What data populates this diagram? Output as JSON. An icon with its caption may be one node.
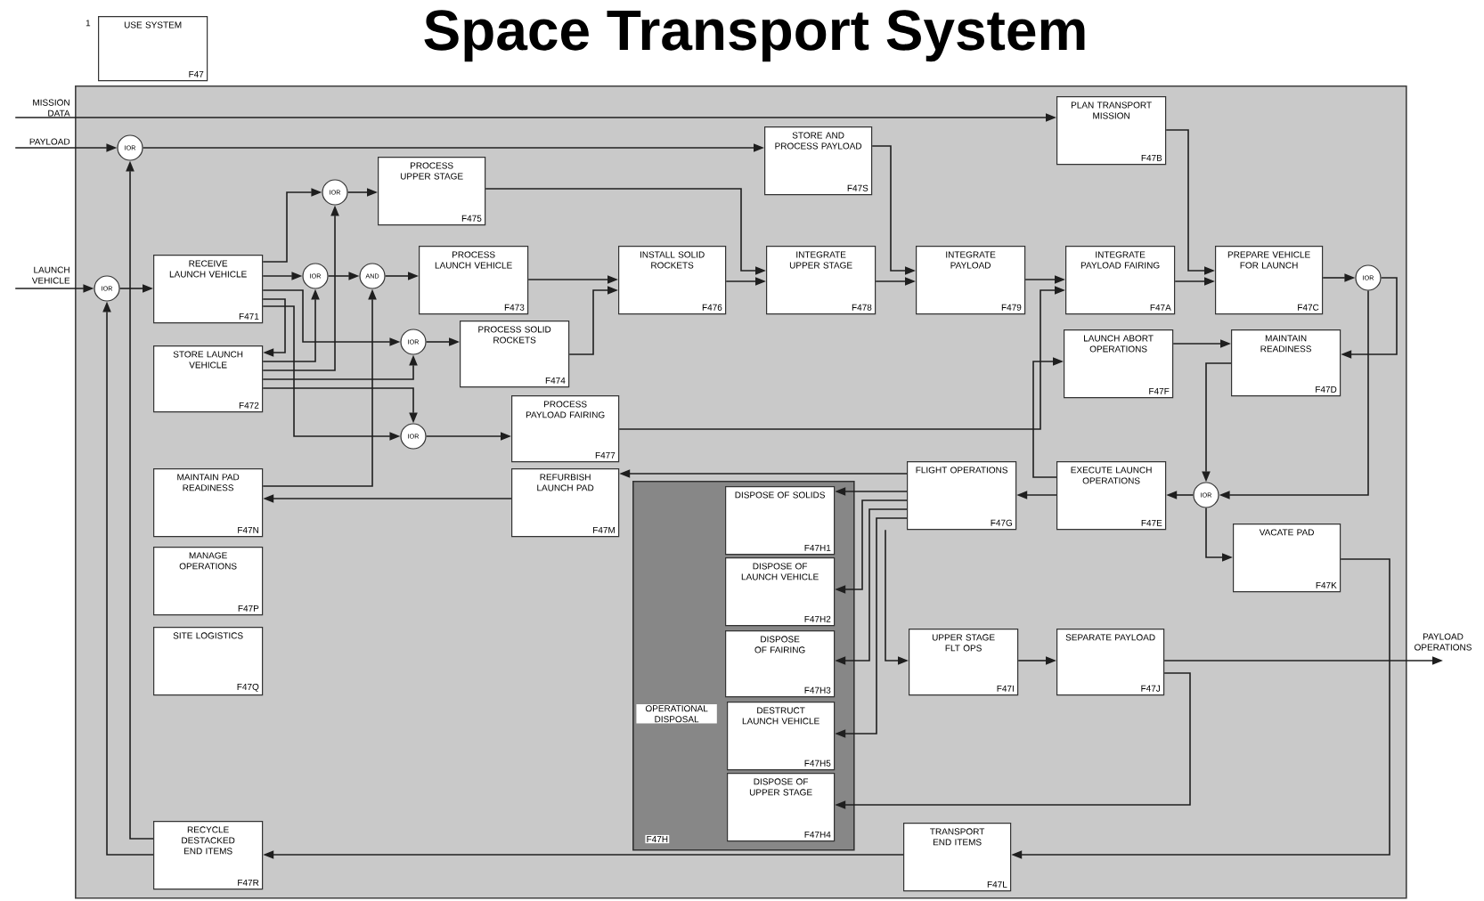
{
  "diagram": {
    "title": "Space Transport System",
    "nodes": [
      {
        "text": [
          "USE SYSTEM",
          "F47"
        ],
        "beside": [
          "1"
        ]
      },
      {
        "text": [
          "MISSION DATA"
        ]
      },
      {
        "text": [
          "PAYLOAD"
        ]
      },
      {
        "text": [
          "LAUNCH VEHICLE"
        ]
      },
      {
        "text": [
          "PAYLOAD OPERATIONS"
        ]
      },
      {
        "text": [],
        "shape": "box"
      },
      {
        "text": [
          "IOR"
        ],
        "in": 5
      },
      {
        "text": [
          "STORE AND PROCESS PAYLOAD",
          "F47S"
        ],
        "in": 5
      },
      {
        "text": [
          "PLAN TRANSPORT MISSION",
          "F47B"
        ],
        "in": 5
      },
      {
        "text": [
          "IOR"
        ],
        "in": 5
      },
      {
        "text": [
          "PROCESS UPPER STAGE",
          "F475"
        ],
        "in": 5
      },
      {
        "text": [
          "IOR"
        ],
        "in": 5
      },
      {
        "text": [
          "RECEIVE LAUNCH VEHICLE",
          "F471"
        ],
        "in": 5
      },
      {
        "text": [
          "IOR"
        ],
        "in": 5
      },
      {
        "text": [
          "AND"
        ],
        "in": 5
      },
      {
        "text": [
          "PROCESS LAUNCH VEHICLE",
          "F473"
        ],
        "in": 5
      },
      {
        "text": [
          "INSTALL SOLID ROCKETS",
          "F476"
        ],
        "in": 5
      },
      {
        "text": [
          "INTEGRATE UPPER STAGE",
          "F478"
        ],
        "in": 5
      },
      {
        "text": [
          "INTEGRATE PAYLOAD",
          "F479"
        ],
        "in": 5
      },
      {
        "text": [
          "INTEGRATE PAYLOAD FAIRING",
          "F47A"
        ],
        "in": 5
      },
      {
        "text": [
          "PREPARE VEHICLE FOR LAUNCH",
          "F47C"
        ],
        "in": 5
      },
      {
        "text": [
          "IOR"
        ],
        "in": 5
      },
      {
        "text": [
          "STORE LAUNCH VEHICLE",
          "F472"
        ],
        "in": 5
      },
      {
        "text": [
          "IOR"
        ],
        "in": 5
      },
      {
        "text": [
          "PROCESS SOLID ROCKETS",
          "F474"
        ],
        "in": 5
      },
      {
        "text": [
          "LAUNCH ABORT OPERATIONS",
          "F47F"
        ],
        "in": 5
      },
      {
        "text": [
          "MAINTAIN READINESS",
          "F47D"
        ],
        "in": 5
      },
      {
        "text": [
          "IOR"
        ],
        "in": 5
      },
      {
        "text": [
          "PROCESS PAYLOAD FAIRING",
          "F477"
        ],
        "in": 5
      },
      {
        "text": [
          "MAINTAIN PAD READINESS",
          "F47N"
        ],
        "in": 5
      },
      {
        "text": [
          "REFURBISH LAUNCH PAD",
          "F47M"
        ],
        "in": 5
      },
      {
        "text": [
          "OPERATIONAL DISPOSAL",
          "F47H"
        ],
        "in": 5
      },
      {
        "text": [
          "DISPOSE OF SOLIDS",
          "F47H1"
        ],
        "in": 31
      },
      {
        "text": [
          "DISPOSE OF LAUNCH VEHICLE",
          "F47H2"
        ],
        "in": 31
      },
      {
        "text": [
          "DISPOSE OF FAIRING",
          "F47H3"
        ],
        "in": 31
      },
      {
        "text": [
          "DESTRUCT LAUNCH VEHICLE",
          "F47H5"
        ],
        "in": 31
      },
      {
        "text": [
          "DISPOSE OF UPPER STAGE",
          "F47H4"
        ],
        "in": 31
      },
      {
        "text": [
          "FLIGHT OPERATIONS",
          "F47G"
        ],
        "in": 5
      },
      {
        "text": [
          "EXECUTE LAUNCH OPERATIONS",
          "F47E"
        ],
        "in": 5
      },
      {
        "text": [
          "IOR"
        ],
        "in": 5
      },
      {
        "text": [
          "VACATE PAD",
          "F47K"
        ],
        "in": 5
      },
      {
        "text": [
          "MANAGE OPERATIONS",
          "F47P"
        ],
        "in": 5
      },
      {
        "text": [
          "SITE LOGISTICS",
          "F47Q"
        ],
        "in": 5
      },
      {
        "text": [
          "UPPER STAGE FLT OPS",
          "F47I"
        ],
        "in": 5
      },
      {
        "text": [
          "SEPARATE PAYLOAD",
          "F47J"
        ],
        "in": 5
      },
      {
        "text": [
          "RECYCLE DESTACKED END ITEMS",
          "F47R"
        ],
        "in": 5
      },
      {
        "text": [
          "TRANSPORT END ITEMS",
          "F47L"
        ],
        "in": 5
      }
    ],
    "edges": [
      {
        "from": 1,
        "to": 8,
        "arrow": "to"
      },
      {
        "from": 2,
        "to": 6,
        "arrow": "to"
      },
      {
        "from": 3,
        "to": 11,
        "arrow": "to"
      },
      {
        "from": 44,
        "to": 4,
        "arrow": "to"
      },
      {
        "from": 6,
        "to": 7,
        "arrow": "to"
      },
      {
        "from": 7,
        "to": 18,
        "arrow": "to"
      },
      {
        "from": 11,
        "to": 12,
        "arrow": "to"
      },
      {
        "from": 12,
        "to": 9,
        "arrow": "to"
      },
      {
        "from": 9,
        "to": 10,
        "arrow": "to"
      },
      {
        "from": 10,
        "to": 17,
        "arrow": "to"
      },
      {
        "from": 12,
        "to": 13,
        "arrow": "to"
      },
      {
        "from": 13,
        "to": 14,
        "arrow": "to"
      },
      {
        "from": 14,
        "to": 15,
        "arrow": "to"
      },
      {
        "from": 15,
        "to": 16,
        "arrow": "to"
      },
      {
        "from": 12,
        "to": 23,
        "arrow": "to"
      },
      {
        "from": 12,
        "to": 22,
        "arrow": "to"
      },
      {
        "from": 12,
        "to": 27,
        "arrow": "to"
      },
      {
        "from": 22,
        "to": 13,
        "arrow": "to"
      },
      {
        "from": 22,
        "to": 9,
        "arrow": "to"
      },
      {
        "from": 22,
        "to": 23,
        "arrow": "to"
      },
      {
        "from": 22,
        "to": 27,
        "arrow": "to"
      },
      {
        "from": 23,
        "to": 24,
        "arrow": "to"
      },
      {
        "from": 27,
        "to": 28,
        "arrow": "to"
      },
      {
        "from": 24,
        "to": 16,
        "arrow": "to"
      },
      {
        "from": 16,
        "to": 17,
        "arrow": "to"
      },
      {
        "from": 17,
        "to": 18,
        "arrow": "to"
      },
      {
        "from": 18,
        "to": 19,
        "arrow": "to"
      },
      {
        "from": 28,
        "to": 19,
        "arrow": "to"
      },
      {
        "from": 8,
        "to": 20,
        "arrow": "to"
      },
      {
        "from": 19,
        "to": 20,
        "arrow": "to"
      },
      {
        "from": 20,
        "to": 21,
        "arrow": "to"
      },
      {
        "from": 21,
        "to": 26,
        "arrow": "to"
      },
      {
        "from": 21,
        "to": 39,
        "arrow": "to"
      },
      {
        "from": 25,
        "to": 26,
        "arrow": "to"
      },
      {
        "from": 26,
        "to": 39,
        "arrow": "to"
      },
      {
        "from": 39,
        "to": 38,
        "arrow": "to"
      },
      {
        "from": 39,
        "to": 40,
        "arrow": "to"
      },
      {
        "from": 38,
        "to": 37,
        "arrow": "to"
      },
      {
        "from": 38,
        "to": 25,
        "arrow": "to"
      },
      {
        "from": 37,
        "to": 30,
        "arrow": "to"
      },
      {
        "from": 30,
        "to": 29,
        "arrow": "to"
      },
      {
        "from": 37,
        "to": 32,
        "arrow": "to"
      },
      {
        "from": 37,
        "to": 33,
        "arrow": "to"
      },
      {
        "from": 37,
        "to": 34,
        "arrow": "to"
      },
      {
        "from": 37,
        "to": 35,
        "arrow": "to"
      },
      {
        "from": 37,
        "to": 43,
        "arrow": "to"
      },
      {
        "from": 43,
        "to": 44,
        "arrow": "to"
      },
      {
        "from": 44,
        "to": 36,
        "arrow": "to"
      },
      {
        "from": 40,
        "to": 46,
        "arrow": "to"
      },
      {
        "from": 46,
        "to": 45,
        "arrow": "to"
      },
      {
        "from": 45,
        "to": 11,
        "arrow": "to"
      },
      {
        "from": 45,
        "to": 6,
        "arrow": "to"
      },
      {
        "from": 29,
        "to": 14,
        "arrow": "to"
      }
    ]
  }
}
